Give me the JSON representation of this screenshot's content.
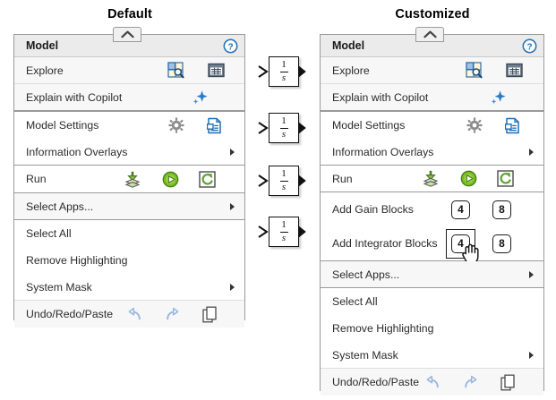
{
  "headings": {
    "default": "Default",
    "customized": "Customized"
  },
  "panel_default": {
    "title": "Model",
    "help_icon": "help-question-icon",
    "collapse_icon": "chevron-up-icon",
    "rows": [
      {
        "label": "Explore",
        "icons": [
          "model-explorer-icon",
          "data-inspector-icon"
        ]
      },
      {
        "label": "Explain with Copilot",
        "icons": [
          "copilot-sparkle-icon"
        ]
      },
      {
        "label": "Model Settings",
        "icons": [
          "gear-icon",
          "model-properties-icon"
        ]
      },
      {
        "label": "Information Overlays",
        "icons": [],
        "submenu": true
      },
      {
        "label": "Run",
        "icons": [
          "update-diagram-icon",
          "run-play-icon",
          "fast-restart-icon"
        ]
      },
      {
        "label": "Select Apps...",
        "icons": [],
        "submenu": true
      },
      {
        "label": "Select All",
        "icons": []
      },
      {
        "label": "Remove Highlighting",
        "icons": []
      },
      {
        "label": "System Mask",
        "icons": [],
        "submenu": true
      },
      {
        "label": "Undo/Redo/Paste",
        "icons": [
          "undo-icon",
          "redo-icon",
          "paste-icon"
        ]
      }
    ]
  },
  "panel_customized": {
    "title": "Model",
    "help_icon": "help-question-icon",
    "collapse_icon": "chevron-up-icon",
    "rows": [
      {
        "label": "Explore",
        "icons": [
          "model-explorer-icon",
          "data-inspector-icon"
        ]
      },
      {
        "label": "Explain with Copilot",
        "icons": [
          "copilot-sparkle-icon"
        ]
      },
      {
        "label": "Model Settings",
        "icons": [
          "gear-icon",
          "model-properties-icon"
        ]
      },
      {
        "label": "Information Overlays",
        "icons": [],
        "submenu": true
      },
      {
        "label": "Run",
        "icons": [
          "update-diagram-icon",
          "run-play-icon",
          "fast-restart-icon"
        ]
      },
      {
        "label": "Add Gain Blocks",
        "buttons": [
          "4",
          "8"
        ]
      },
      {
        "label": "Add Integrator Blocks",
        "buttons": [
          "4",
          "8"
        ],
        "hovered_button": "4"
      },
      {
        "label": "Select Apps...",
        "icons": [],
        "submenu": true
      },
      {
        "label": "Select All",
        "icons": []
      },
      {
        "label": "Remove Highlighting",
        "icons": []
      },
      {
        "label": "System Mask",
        "icons": [],
        "submenu": true
      },
      {
        "label": "Undo/Redo/Paste",
        "icons": [
          "undo-icon",
          "redo-icon",
          "paste-icon"
        ]
      }
    ]
  },
  "canvas_blocks": [
    {
      "numerator": "1",
      "denominator": "s"
    },
    {
      "numerator": "1",
      "denominator": "s"
    },
    {
      "numerator": "1",
      "denominator": "s"
    },
    {
      "numerator": "1",
      "denominator": "s"
    }
  ],
  "colors": {
    "panel_border": "#9a9a9a",
    "title_bg": "#ebebeb",
    "row_tint": "#f7f7f7",
    "accent_blue": "#1f6fb5",
    "accent_green": "#5aa02c",
    "text": "#2b2b2b"
  }
}
